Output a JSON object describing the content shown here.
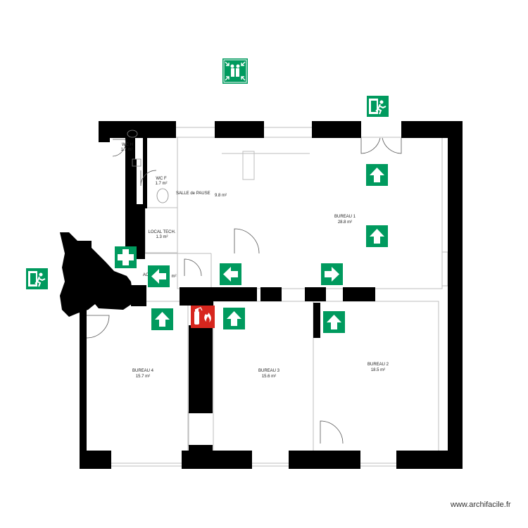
{
  "rooms": {
    "wch": {
      "name": "WC H",
      "area": "1.7 m²"
    },
    "wcf": {
      "name": "WC F",
      "area": "1.7 m²"
    },
    "pause": {
      "name": "SALLE de PAUSE",
      "area": "9.8 m²"
    },
    "local": {
      "name": "LOCAL TECH.",
      "area": "1.3 m²"
    },
    "acc": {
      "name": "AC",
      "area": "m²"
    },
    "bureau1": {
      "name": "BUREAU 1",
      "area": "28.8 m²"
    },
    "bureau2": {
      "name": "BUREAU 2",
      "area": "18.5 m²"
    },
    "bureau3": {
      "name": "BUREAU 3",
      "area": "15.6 m²"
    },
    "bureau4": {
      "name": "BUREAU 4",
      "area": "15.7 m²"
    }
  },
  "watermark": "www.archifacile.fr",
  "colors": {
    "sign_green": "#009a5e",
    "extinguisher_red": "#d7261e",
    "wall": "#000000"
  },
  "icons": {
    "assembly": "assembly-point-icon",
    "exit": "emergency-exit-icon",
    "first_aid": "first-aid-icon",
    "arrow_up": "arrow-up-icon",
    "arrow_left": "arrow-left-icon",
    "arrow_right": "arrow-right-icon",
    "extinguisher": "fire-extinguisher-icon"
  }
}
